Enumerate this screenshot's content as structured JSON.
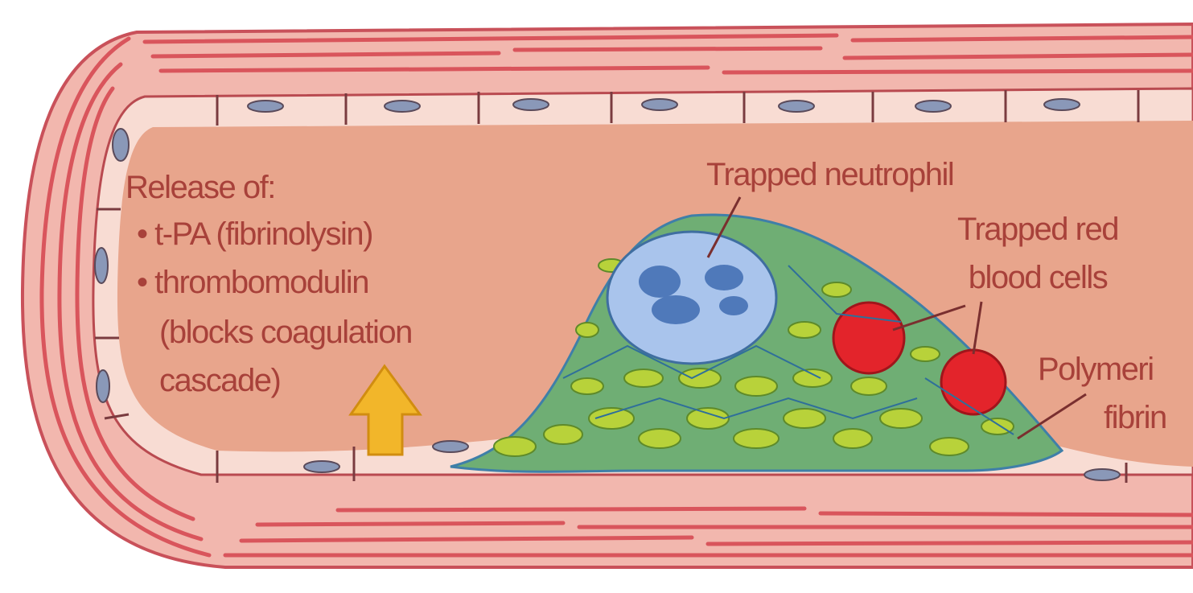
{
  "labels": {
    "release_heading": "Release of:",
    "release_item_1": "t-PA (fibrinolysin)",
    "release_item_2": "thrombomodulin",
    "release_item_2_note_1": "(blocks coagulation",
    "release_item_2_note_2": "cascade)",
    "trapped_neutrophil": "Trapped neutrophil",
    "trapped_rbc_line1": "Trapped red",
    "trapped_rbc_line2": "blood cells",
    "polymerized_fibrin_line1": "Polymeri",
    "polymerized_fibrin_line2": "fibrin"
  },
  "colors": {
    "vessel_wall": "#f2b7ae",
    "wall_stripe": "#d9555c",
    "lumen": "#e8a58c",
    "endothelium": "#f8dcd3",
    "clot_green": "#9fc23a",
    "clot_blue": "#4a8fbf",
    "neutrophil": "#a9c4ec",
    "neutrophil_nucleus": "#4f79ba",
    "red_cell": "#e3242b",
    "release_arrow": "#f2b62a",
    "label_text": "#a8413a"
  }
}
